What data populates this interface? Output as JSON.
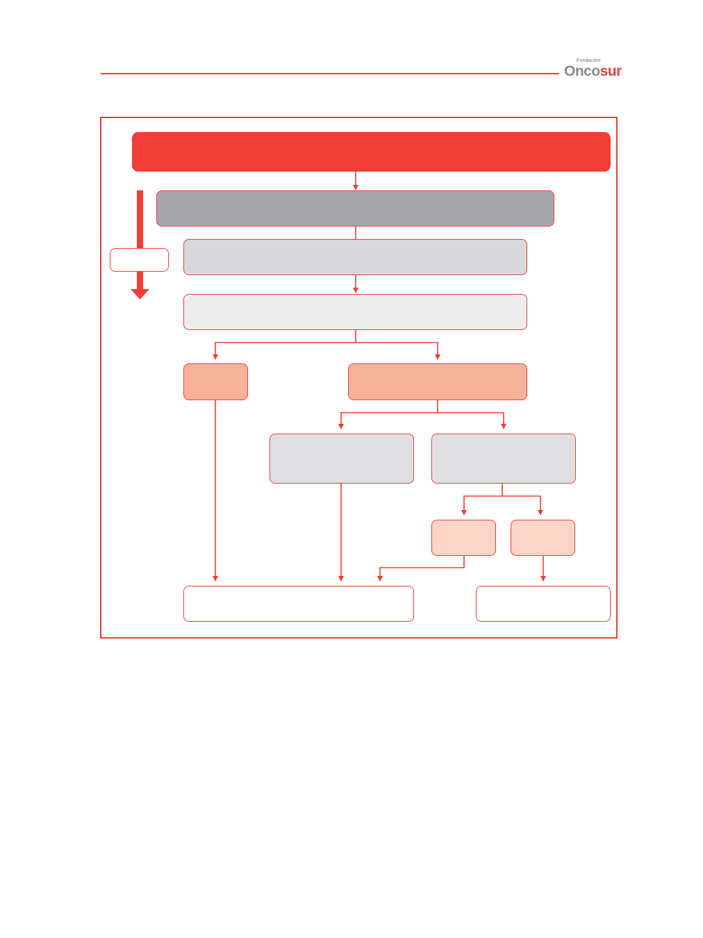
{
  "brand": {
    "small": "Fundación",
    "name_part1": "Onco",
    "name_part2": "sur",
    "accent": "#ef3e36"
  },
  "colors": {
    "red": "#ef3e36",
    "dark_grey": "#a7a7ab",
    "light_grey": "#d9d8da",
    "lighter_grey": "#ececed",
    "card_grey": "#e0e0e2",
    "salmon": "#f7b39a",
    "pale_salmon": "#fbd5c8",
    "white": "#ffffff"
  },
  "diagram": {
    "nodes": [
      {
        "id": "top",
        "label": ""
      },
      {
        "id": "level1",
        "label": ""
      },
      {
        "id": "level2",
        "label": ""
      },
      {
        "id": "level3",
        "label": ""
      },
      {
        "id": "branch-left",
        "label": ""
      },
      {
        "id": "branch-right",
        "label": ""
      },
      {
        "id": "sub-left",
        "label": ""
      },
      {
        "id": "sub-right",
        "label": ""
      },
      {
        "id": "leaf-a",
        "label": ""
      },
      {
        "id": "leaf-b",
        "label": ""
      },
      {
        "id": "outcome-left",
        "label": ""
      },
      {
        "id": "outcome-right",
        "label": ""
      },
      {
        "id": "side-label",
        "label": ""
      }
    ]
  }
}
